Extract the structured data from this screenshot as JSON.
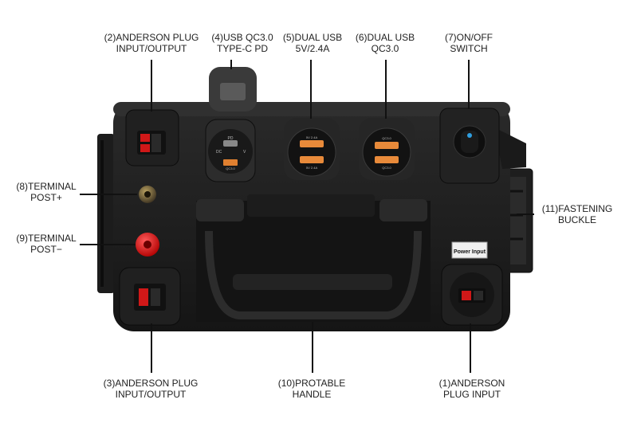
{
  "callouts": {
    "anderson_out_top": {
      "line1": "(2)ANDERSON PLUG",
      "line2": "INPUT/OUTPUT"
    },
    "usb_qc_typec": {
      "line1": "(4)USB QC3.0",
      "line2": "TYPE-C PD"
    },
    "dual_usb_5v": {
      "line1": "(5)DUAL USB",
      "line2": "5V/2.4A"
    },
    "dual_usb_qc": {
      "line1": "(6)DUAL USB",
      "line2": "QC3.0"
    },
    "on_off": {
      "line1": "(7)ON/OFF",
      "line2": "SWITCH"
    },
    "terminal_pos": {
      "line1": "(8)TERMINAL",
      "line2": "POST+"
    },
    "terminal_neg": {
      "line1": "(9)TERMINAL",
      "line2": "POST−"
    },
    "fastening": {
      "line1": "(11)FASTENING",
      "line2": "BUCKLE"
    },
    "anderson_out_bottom": {
      "line1": "(3)ANDERSON PLUG",
      "line2": "INPUT/OUTPUT"
    },
    "handle": {
      "line1": "(10)PROTABLE",
      "line2": "HANDLE"
    },
    "anderson_in": {
      "line1": "(1)ANDERSON",
      "line2": "PLUG INPUT"
    }
  },
  "device": {
    "power_input_sticker": "Power Input",
    "usb_port_labels": {
      "typec": "PD",
      "dc": "DC",
      "v": "V",
      "qc_small": "QC3.0",
      "usb5v_a": "5V 2.4A",
      "usb5v_b": "5V 2.4A",
      "qc_a": "QC3.0",
      "qc_b": "QC3.0"
    }
  }
}
